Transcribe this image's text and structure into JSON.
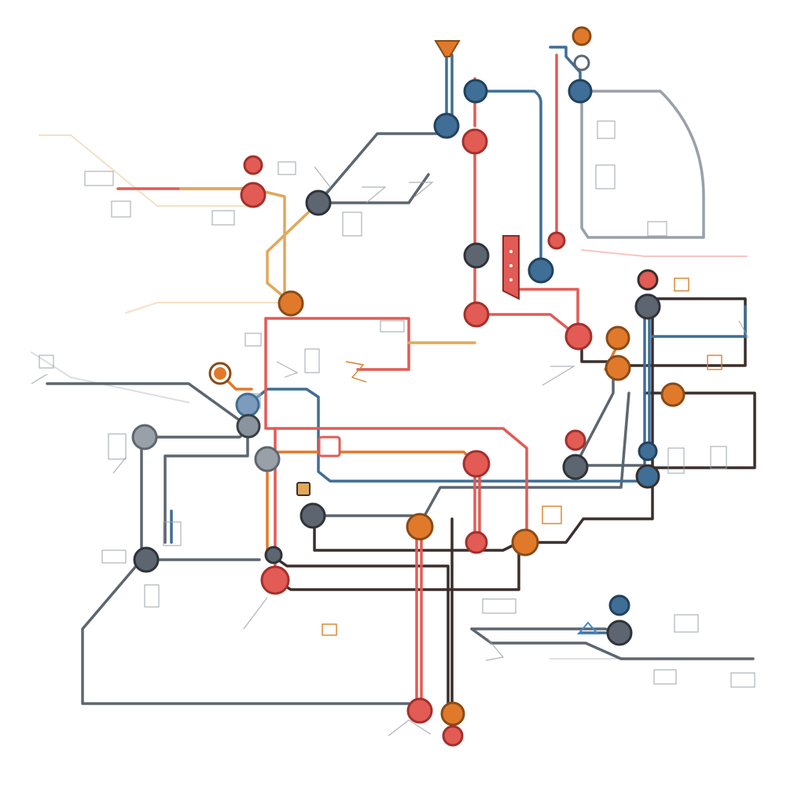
{
  "colors": {
    "red": "#e25b54",
    "blue": "#3f6e96",
    "orange": "#e07a2a",
    "slate": "#5d6670",
    "gray": "#9aa0a8",
    "dark": "#3a2f2c",
    "tan": "#e0a85a"
  },
  "lines": [
    {
      "name": "red-line",
      "color": "red"
    },
    {
      "name": "blue-line",
      "color": "blue"
    },
    {
      "name": "orange-line",
      "color": "orange"
    },
    {
      "name": "slate-line",
      "color": "slate"
    },
    {
      "name": "dark-line",
      "color": "dark"
    },
    {
      "name": "tan-line",
      "color": "tan"
    }
  ]
}
